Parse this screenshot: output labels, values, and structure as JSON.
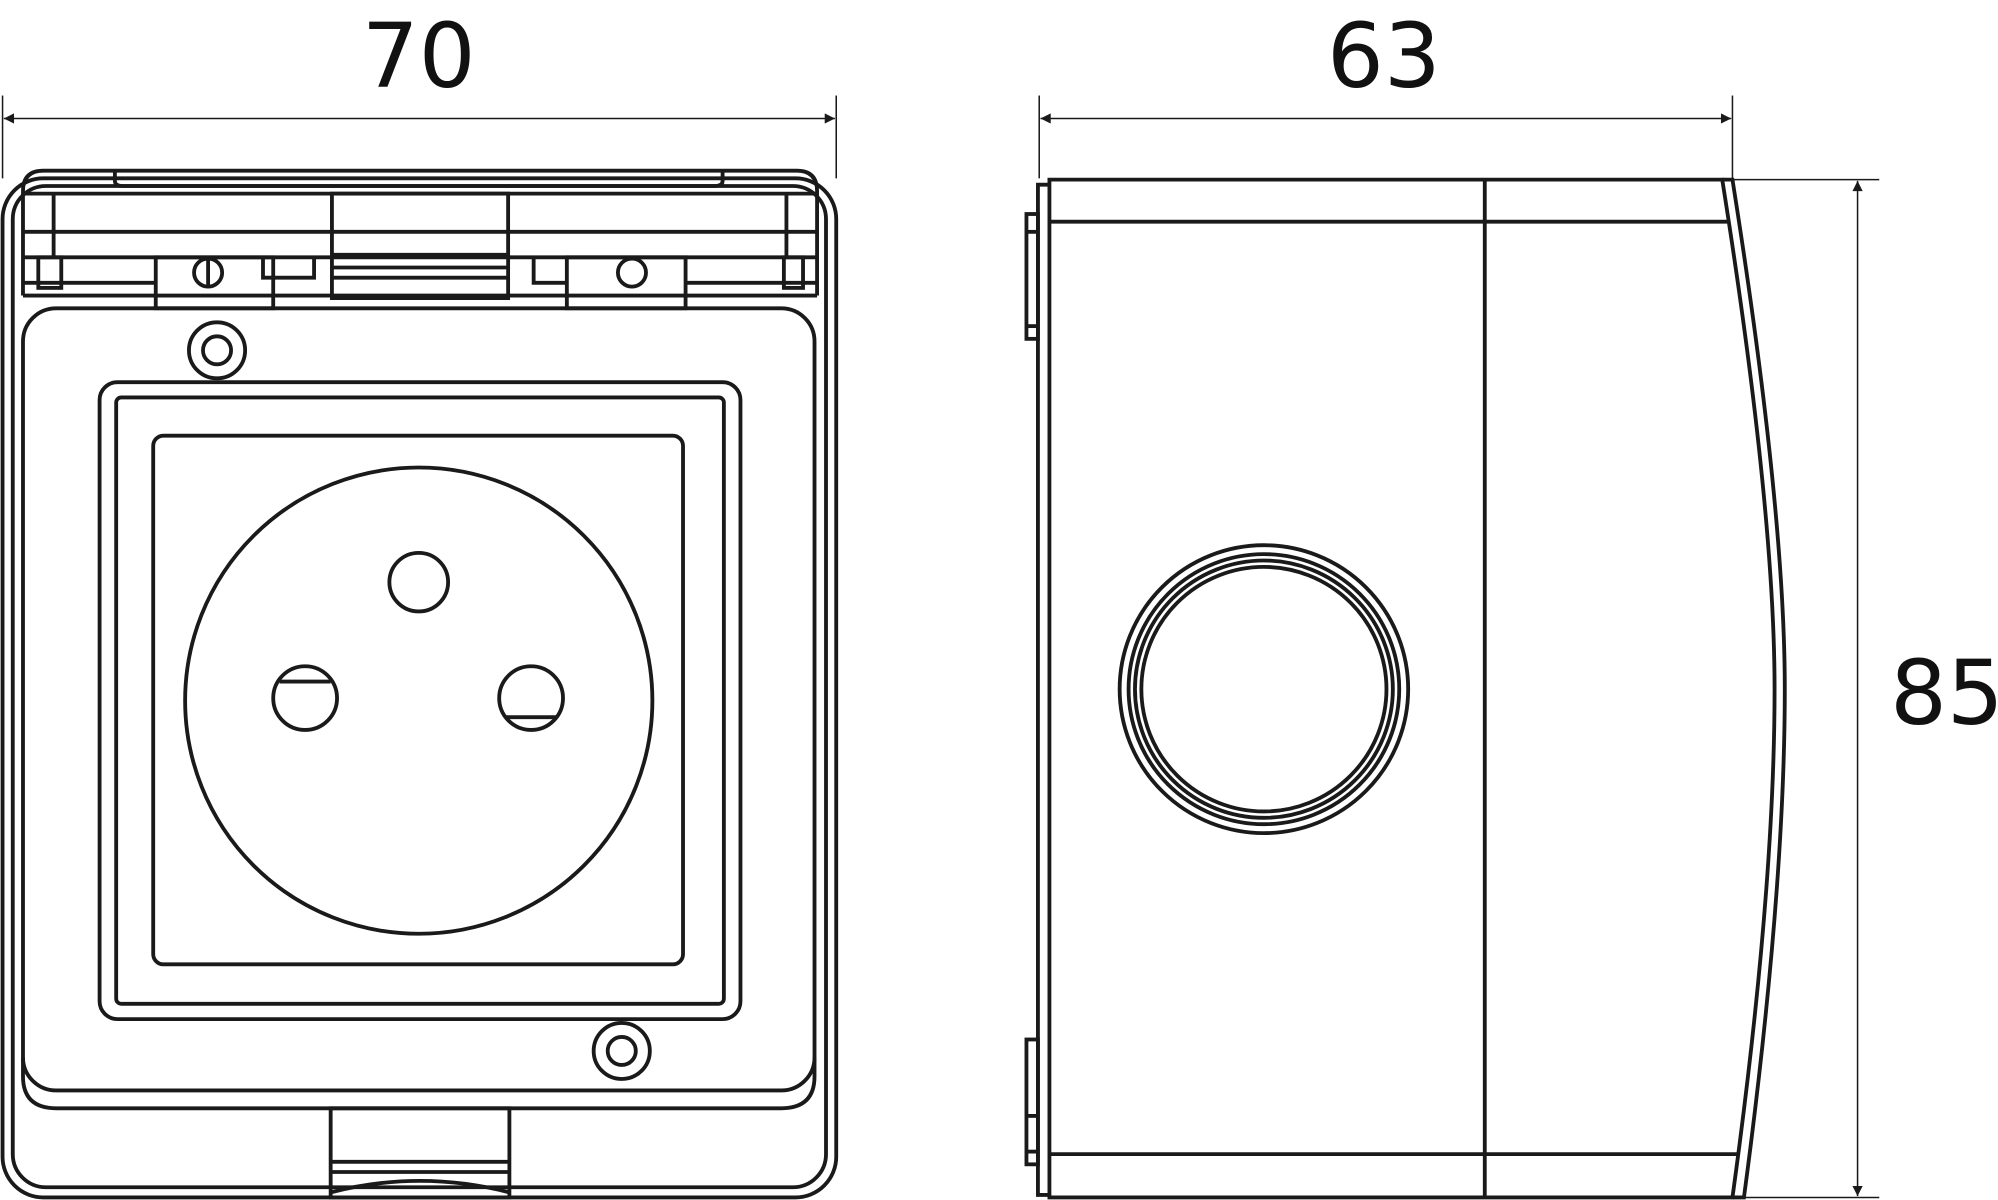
{
  "drawing": {
    "front_view": {
      "width_label": "70"
    },
    "side_view": {
      "depth_label": "63",
      "height_label": "85"
    },
    "colors": {
      "line": "#1a1a1a",
      "background": "#ffffff"
    }
  }
}
